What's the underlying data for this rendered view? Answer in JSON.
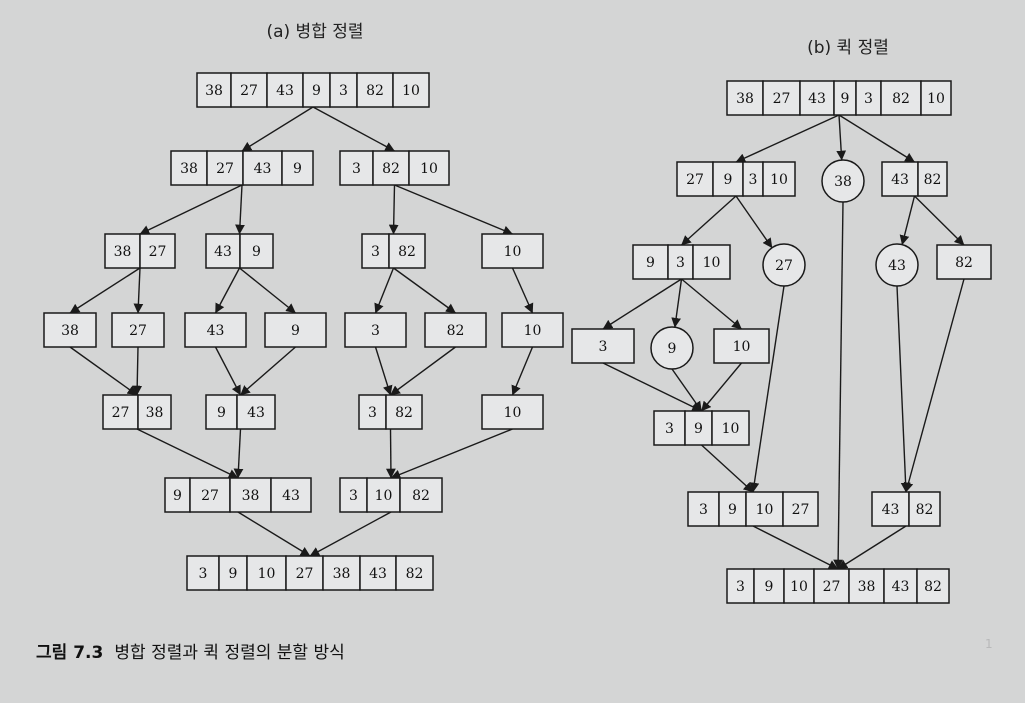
{
  "figure": {
    "caption_number": "그림 7.3",
    "caption_text": "병합 정렬과 퀵 정렬의 분할 방식",
    "merge_title": "(a) 병합 정렬",
    "quick_title": "(b) 퀵 정렬",
    "footnote": "1"
  },
  "merge_nodes": [
    {
      "id": "m0",
      "values": [
        "38",
        "27",
        "43",
        "9",
        "3",
        "82",
        "10"
      ]
    },
    {
      "id": "m1",
      "values": [
        "38",
        "27",
        "43",
        "9"
      ]
    },
    {
      "id": "m2",
      "values": [
        "3",
        "82",
        "10"
      ]
    },
    {
      "id": "m3",
      "values": [
        "38",
        "27"
      ]
    },
    {
      "id": "m4",
      "values": [
        "43",
        "9"
      ]
    },
    {
      "id": "m5",
      "values": [
        "3",
        "82"
      ]
    },
    {
      "id": "m6",
      "values": [
        "10"
      ]
    },
    {
      "id": "m7",
      "values": [
        "38"
      ]
    },
    {
      "id": "m8",
      "values": [
        "27"
      ]
    },
    {
      "id": "m9",
      "values": [
        "43"
      ]
    },
    {
      "id": "m10",
      "values": [
        "9"
      ]
    },
    {
      "id": "m11",
      "values": [
        "3"
      ]
    },
    {
      "id": "m12",
      "values": [
        "82"
      ]
    },
    {
      "id": "m13",
      "values": [
        "10"
      ]
    },
    {
      "id": "m14",
      "values": [
        "27",
        "38"
      ]
    },
    {
      "id": "m15",
      "values": [
        "9",
        "43"
      ]
    },
    {
      "id": "m16",
      "values": [
        "3",
        "82"
      ]
    },
    {
      "id": "m17",
      "values": [
        "10"
      ]
    },
    {
      "id": "m18",
      "values": [
        "9",
        "27",
        "38",
        "43"
      ]
    },
    {
      "id": "m19",
      "values": [
        "3",
        "10",
        "82"
      ]
    },
    {
      "id": "m20",
      "values": [
        "3",
        "9",
        "10",
        "27",
        "38",
        "43",
        "82"
      ]
    }
  ],
  "merge_edges": [
    [
      "m0",
      "m1"
    ],
    [
      "m0",
      "m2"
    ],
    [
      "m1",
      "m3"
    ],
    [
      "m1",
      "m4"
    ],
    [
      "m2",
      "m5"
    ],
    [
      "m2",
      "m6"
    ],
    [
      "m3",
      "m7"
    ],
    [
      "m3",
      "m8"
    ],
    [
      "m4",
      "m9"
    ],
    [
      "m4",
      "m10"
    ],
    [
      "m5",
      "m11"
    ],
    [
      "m5",
      "m12"
    ],
    [
      "m6",
      "m13"
    ],
    [
      "m7",
      "m14"
    ],
    [
      "m8",
      "m14"
    ],
    [
      "m9",
      "m15"
    ],
    [
      "m10",
      "m15"
    ],
    [
      "m11",
      "m16"
    ],
    [
      "m12",
      "m16"
    ],
    [
      "m13",
      "m17"
    ],
    [
      "m14",
      "m18"
    ],
    [
      "m15",
      "m18"
    ],
    [
      "m16",
      "m19"
    ],
    [
      "m17",
      "m19"
    ],
    [
      "m18",
      "m20"
    ],
    [
      "m19",
      "m20"
    ]
  ],
  "quick_nodes": [
    {
      "id": "q0",
      "values": [
        "38",
        "27",
        "43",
        "9",
        "3",
        "82",
        "10"
      ]
    },
    {
      "id": "q1",
      "values": [
        "27",
        "9",
        "3",
        "10"
      ]
    },
    {
      "id": "q2",
      "pivot": "38"
    },
    {
      "id": "q3",
      "values": [
        "43",
        "82"
      ]
    },
    {
      "id": "q4",
      "values": [
        "9",
        "3",
        "10"
      ]
    },
    {
      "id": "q5",
      "pivot": "27"
    },
    {
      "id": "q6",
      "pivot": "43"
    },
    {
      "id": "q7",
      "values": [
        "82"
      ]
    },
    {
      "id": "q8",
      "values": [
        "3"
      ]
    },
    {
      "id": "q9",
      "pivot": "9"
    },
    {
      "id": "q10",
      "values": [
        "10"
      ]
    },
    {
      "id": "q11",
      "values": [
        "3",
        "9",
        "10"
      ]
    },
    {
      "id": "q12",
      "values": [
        "3",
        "9",
        "10",
        "27"
      ]
    },
    {
      "id": "q13",
      "values": [
        "43",
        "82"
      ]
    },
    {
      "id": "q14",
      "values": [
        "3",
        "9",
        "10",
        "27",
        "38",
        "43",
        "82"
      ]
    }
  ],
  "quick_edges": [
    [
      "q0",
      "q1"
    ],
    [
      "q0",
      "q2"
    ],
    [
      "q0",
      "q3"
    ],
    [
      "q1",
      "q4"
    ],
    [
      "q1",
      "q5"
    ],
    [
      "q3",
      "q6"
    ],
    [
      "q3",
      "q7"
    ],
    [
      "q4",
      "q8"
    ],
    [
      "q4",
      "q9"
    ],
    [
      "q4",
      "q10"
    ],
    [
      "q8",
      "q11"
    ],
    [
      "q9",
      "q11"
    ],
    [
      "q10",
      "q11"
    ],
    [
      "q11",
      "q12"
    ],
    [
      "q5",
      "q12"
    ],
    [
      "q6",
      "q13"
    ],
    [
      "q7",
      "q13"
    ],
    [
      "q12",
      "q14"
    ],
    [
      "q2",
      "q14"
    ],
    [
      "q13",
      "q14"
    ]
  ]
}
